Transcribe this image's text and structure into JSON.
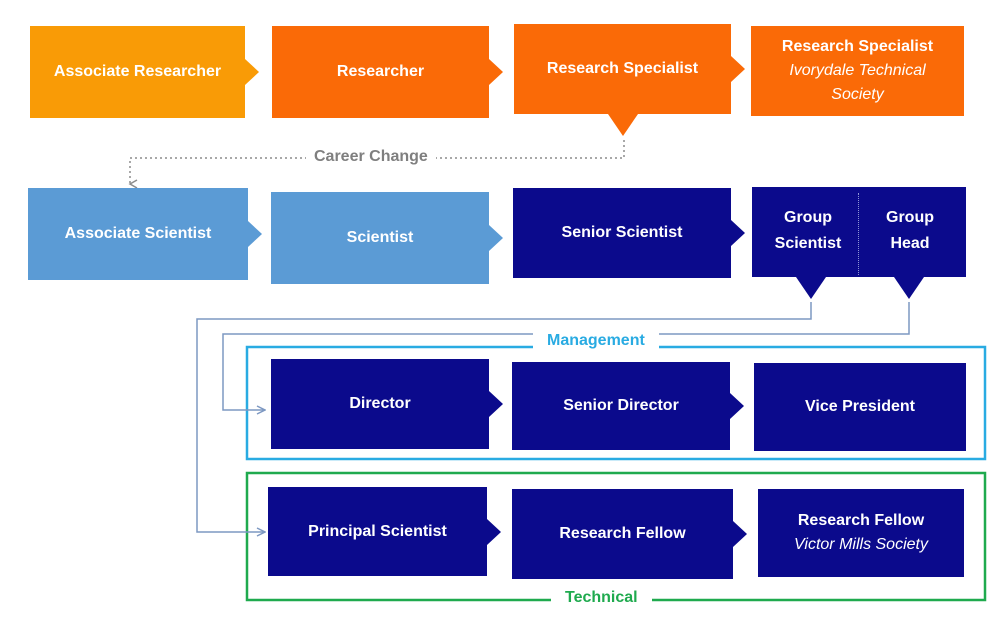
{
  "row1": {
    "associate_researcher": "Associate Researcher",
    "researcher": "Researcher",
    "research_specialist": "Research Specialist",
    "research_specialist_ivorydale": {
      "title": "Research Specialist",
      "subtitle": "Ivorydale Technical Society"
    }
  },
  "career_change": "Career Change",
  "row2": {
    "associate_scientist": "Associate Scientist",
    "scientist": "Scientist",
    "senior_scientist": "Senior Scientist",
    "group_scientist": "Group Scientist",
    "group_head": "Group Head"
  },
  "management": {
    "label": "Management",
    "director": "Director",
    "senior_director": "Senior Director",
    "vice_president": "Vice President"
  },
  "technical": {
    "label": "Technical",
    "principal_scientist": "Principal Scientist",
    "research_fellow": "Research Fellow",
    "research_fellow_victor": {
      "title": "Research Fellow",
      "subtitle": "Victor Mills Society"
    }
  },
  "colors": {
    "orange_light": "#f99b06",
    "orange": "#fa6a07",
    "light_blue": "#5b9bd5",
    "navy": "#0b0a8c",
    "management_border": "#29abe2",
    "technical_border": "#1faa4e",
    "connector": "#7d98c2",
    "career_connector": "#8c8c8c"
  }
}
